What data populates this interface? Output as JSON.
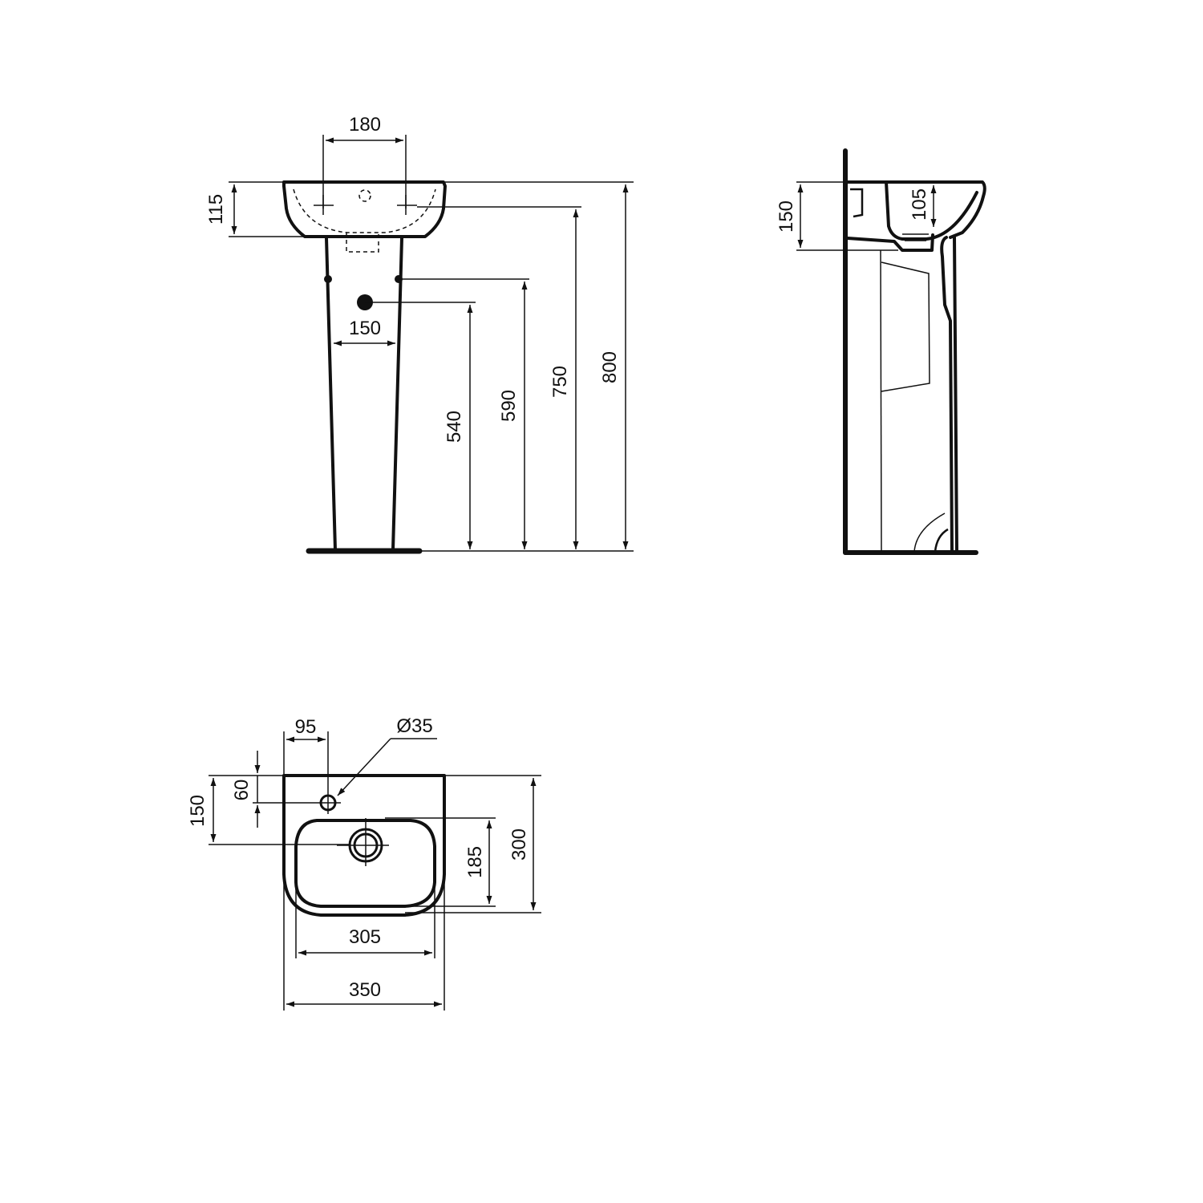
{
  "drawing": {
    "title": "Pedestal washbasin dimensional drawing",
    "views": {
      "front": {
        "label": "front-elevation",
        "dimensions": {
          "tap_hole_spacing": "180",
          "basin_depth": "115",
          "fixing_spacing": "150",
          "waste_height": "540",
          "fixing_height": "590",
          "overflow_height": "750",
          "total_height": "800"
        }
      },
      "side": {
        "label": "side-elevation",
        "dimensions": {
          "basin_height": "150",
          "bowl_depth": "105"
        }
      },
      "plan": {
        "label": "plan-view",
        "dimensions": {
          "tap_hole_offset": "95",
          "tap_hole_diameter": "Ø35",
          "tap_hole_from_back": "60",
          "waste_from_back": "150",
          "bowl_depth": "185",
          "overall_depth": "300",
          "bowl_width": "305",
          "overall_width": "350"
        }
      }
    }
  }
}
